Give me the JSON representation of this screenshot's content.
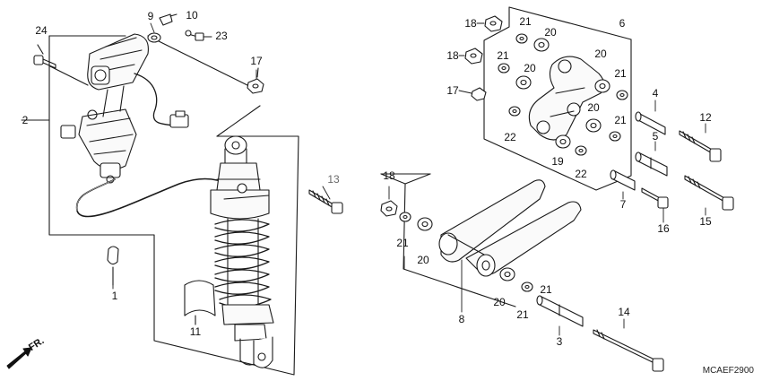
{
  "diagram": {
    "code": "MCAEF2900",
    "front_label": "FR.",
    "labels": {
      "l1": "1",
      "l2": "2",
      "l3": "3",
      "l4": "4",
      "l5": "5",
      "l6": "6",
      "l7": "7",
      "l8": "8",
      "l9": "9",
      "l10": "10",
      "l11": "11",
      "l12": "12",
      "l13": "13",
      "l14": "14",
      "l15": "15",
      "l16": "16",
      "l17": "17",
      "l18a": "18",
      "l18b": "18",
      "l18c": "18",
      "l19": "19",
      "l20a": "20",
      "l20b": "20",
      "l20c": "20",
      "l20d": "20",
      "l20e": "20",
      "l20f": "20",
      "l21a": "21",
      "l21b": "21",
      "l21c": "21",
      "l21d": "21",
      "l21e": "21",
      "l21f": "21",
      "l21g": "21",
      "l22a": "22",
      "l22b": "22",
      "l23": "23",
      "l24": "24"
    }
  }
}
